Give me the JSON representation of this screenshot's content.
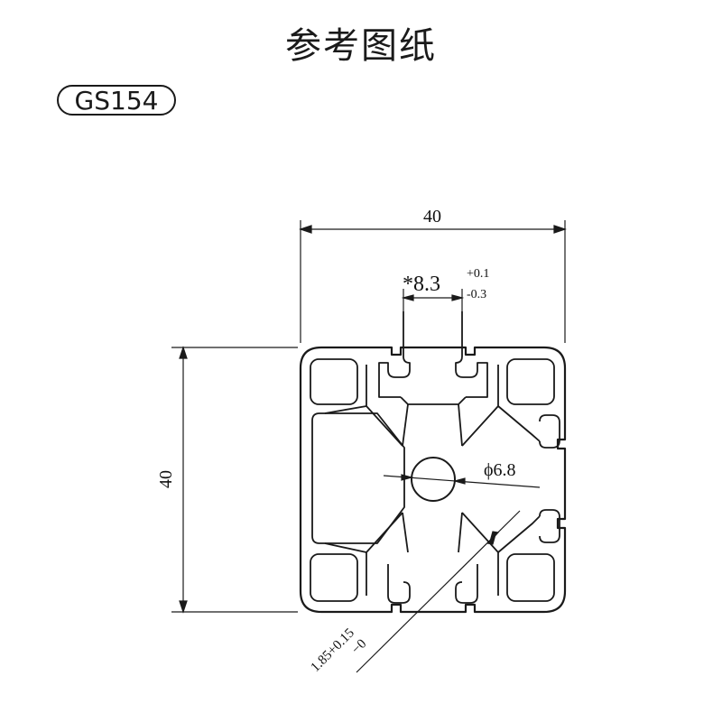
{
  "title": "参考图纸",
  "model": "GS154",
  "dimensions": {
    "width": "40",
    "height": "40",
    "slot_width": "*8.3",
    "slot_tol_upper": "+0.1",
    "slot_tol_lower": "-0.3",
    "center_hole": "ϕ6.8",
    "wall_thickness": "1.85+0.15",
    "wall_tol_lower": "−0"
  }
}
